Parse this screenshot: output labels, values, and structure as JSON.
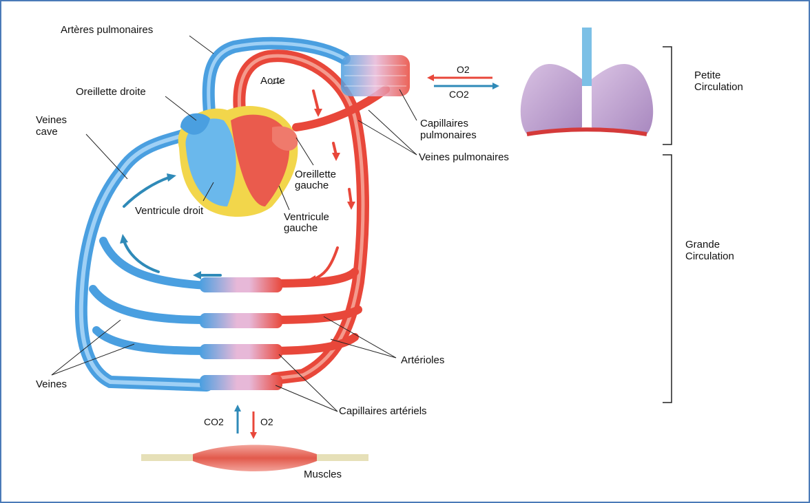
{
  "labels": {
    "arteres_pulmonaires": "Artères pulmonaires",
    "aorte": "Aorte",
    "oreillette_droite": "Oreillette droite",
    "veines_cave_1": "Veines",
    "veines_cave_2": "cave",
    "capillaires_pulm_1": "Capillaires",
    "capillaires_pulm_2": "pulmonaires",
    "veines_pulmonaires": "Veines pulmonaires",
    "oreillette_gauche_1": "Oreillette",
    "oreillette_gauche_2": "gauche",
    "ventricule_droit": "Ventricule droit",
    "ventricule_gauche_1": "Ventricule",
    "ventricule_gauche_2": "gauche",
    "arterioles": "Artérioles",
    "veines": "Veines",
    "capillaires_arteriels": "Capillaires artériels",
    "muscles": "Muscles",
    "petite_circulation_1": "Petite",
    "petite_circulation_2": "Circulation",
    "grande_circulation_1": "Grande",
    "grande_circulation_2": "Circulation"
  },
  "gas_exchange": {
    "lungs": {
      "o2": "O2",
      "co2": "CO2"
    },
    "muscles": {
      "co2": "CO2",
      "o2": "O2"
    }
  },
  "colors": {
    "venous_blue": "#4a9fe0",
    "arterial_red": "#e8473a",
    "frame_border": "#4a7ab8",
    "lung_purple": "#c3a6d4",
    "fat_yellow": "#f2d64b"
  }
}
